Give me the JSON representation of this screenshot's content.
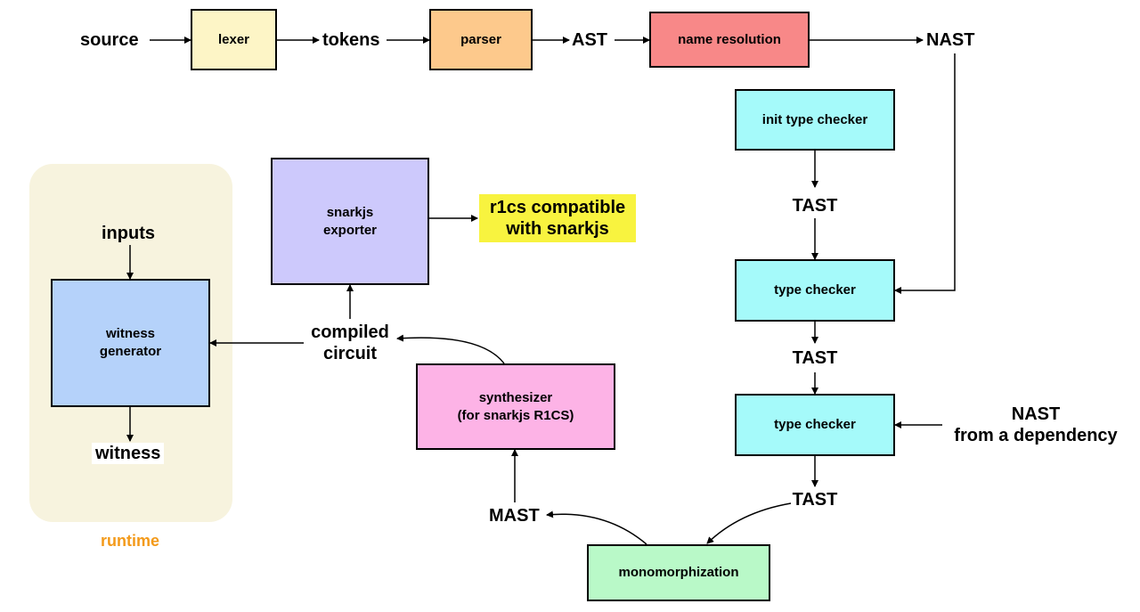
{
  "inputs": {
    "source": "source",
    "tokens": "tokens",
    "ast": "AST",
    "nast": "NAST",
    "tast_1": "TAST",
    "tast_2": "TAST",
    "tast_3": "TAST",
    "nast_dep_line1": "NAST",
    "nast_dep_line2": "from a dependency",
    "mast": "MAST",
    "compiled_line1": "compiled",
    "compiled_line2": "circuit",
    "inputs_label": "inputs",
    "witness": "witness"
  },
  "stages": {
    "lexer": "lexer",
    "parser": "parser",
    "name_resolution": "name resolution",
    "init_type_checker": "init type checker",
    "type_checker_1": "type checker",
    "type_checker_2": "type checker",
    "monomorphization": "monomorphization",
    "synthesizer_line1": "synthesizer",
    "synthesizer_line2": "(for snarkjs R1CS)",
    "snarkjs_line1": "snarkjs",
    "snarkjs_line2": "exporter",
    "witness_gen_line1": "witness",
    "witness_gen_line2": "generator"
  },
  "outputs": {
    "r1cs_line1": "r1cs compatible",
    "r1cs_line2": "with snarkjs"
  },
  "runtime": {
    "label": "runtime"
  },
  "colors": {
    "lexer": "#fdf5c6",
    "parser": "#fdc98c",
    "name_resolution": "#f88888",
    "type_checker": "#a5fafa",
    "monomorphization": "#b9f9c8",
    "synthesizer": "#fdb3e6",
    "snarkjs_exporter": "#cdc9fc",
    "witness_generator": "#b5d2fa",
    "runtime_panel": "#f7f3de",
    "runtime_label": "#f39a1a",
    "r1cs_highlight": "#f8f33f"
  }
}
